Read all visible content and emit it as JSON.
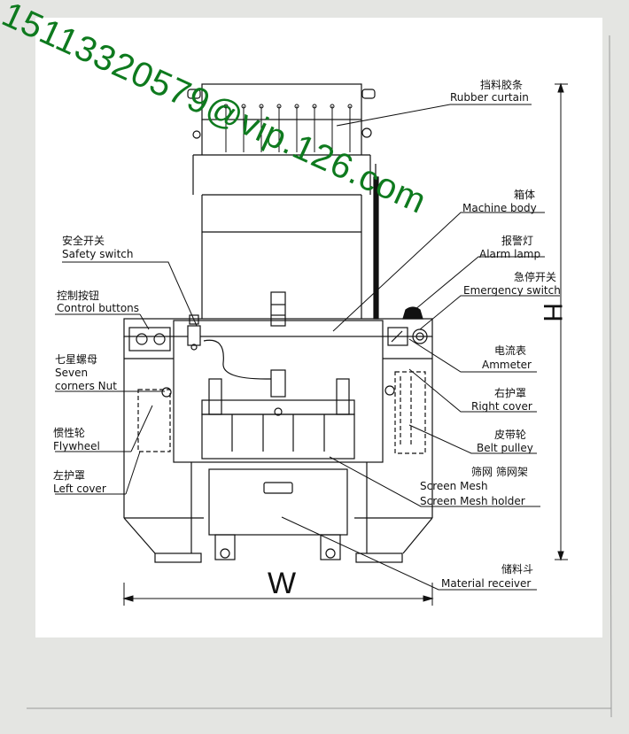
{
  "watermark": "15113320579@vip.126.com",
  "dimensions": {
    "height_label": "H",
    "width_label": "W"
  },
  "labels": {
    "rubber_curtain": {
      "cn": "挡料胶条",
      "en": "Rubber curtain"
    },
    "machine_body": {
      "cn": "箱体",
      "en": "Machine body"
    },
    "alarm_lamp": {
      "cn": "报警灯",
      "en": "Alarm lamp"
    },
    "emergency_switch": {
      "cn": "急停开关",
      "en": "Emergency switch"
    },
    "safety_switch": {
      "cn": "安全开关",
      "en": "Safety switch"
    },
    "control_buttons": {
      "cn": "控制按钮",
      "en": "Control buttons"
    },
    "seven_corners_nut": {
      "cn": "七星螺母",
      "en1": "Seven",
      "en2": "corners Nut"
    },
    "ammeter": {
      "cn": "电流表",
      "en": "Ammeter"
    },
    "right_cover": {
      "cn": "右护罩",
      "en": "Right cover"
    },
    "flywheel": {
      "cn": "惯性轮",
      "en": "Flywheel"
    },
    "belt_pulley": {
      "cn": "皮带轮",
      "en": "Belt pulley"
    },
    "left_cover": {
      "cn": "左护罩",
      "en": "Left cover"
    },
    "screen_mesh": {
      "cn": "筛网 筛网架",
      "en1": "Screen Mesh",
      "en2": "Screen Mesh  holder"
    },
    "material_receiver": {
      "cn": "储料斗",
      "en": "Material receiver"
    }
  },
  "colors": {
    "background": "#e4e5e2",
    "sheet": "#ffffff",
    "ink": "#111111",
    "watermark": "#0e7a1e"
  }
}
